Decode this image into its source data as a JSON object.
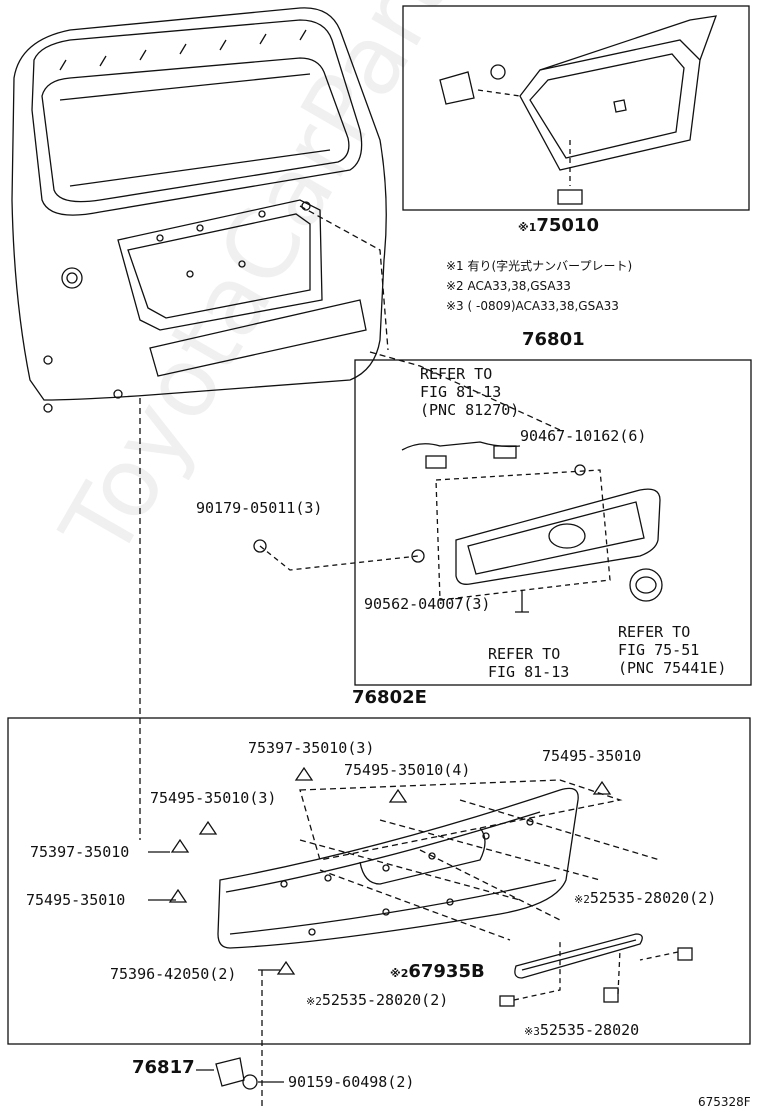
{
  "callouts": {
    "c75010_mark": "※1",
    "c75010": "75010",
    "c76801": "76801",
    "c76802e": "76802E",
    "c76817": "76817",
    "c67935b_mark": "※2",
    "c67935b": "67935B"
  },
  "notes": {
    "n1": "※1 有り(字光式ナンバープレート)",
    "n2": "※2 ACA33,38,GSA33",
    "n3": "※3 (        -0809)ACA33,38,GSA33"
  },
  "refs": {
    "ref1_line1": "REFER TO",
    "ref1_line2": "FIG 81-13",
    "ref1_line3": "(PNC 81270)",
    "ref2_line1": "REFER TO",
    "ref2_line2": "FIG 81-13",
    "ref3_line1": "REFER TO",
    "ref3_line2": "FIG 75-51",
    "ref3_line3": "(PNC 75441E)"
  },
  "parts": {
    "p90467": "90467-10162(6)",
    "p90179": "90179-05011(3)",
    "p90562": "90562-04007(3)",
    "p75397_3": "75397-35010(3)",
    "p75495_4": "75495-35010(4)",
    "p75495_r": "75495-35010",
    "p75495_3": "75495-35010(3)",
    "p75397": "75397-35010",
    "p75495_l": "75495-35010",
    "p52535_2r_mark": "※2",
    "p52535_2r": "52535-28020(2)",
    "p75396": "75396-42050(2)",
    "p52535_2b_mark": "※2",
    "p52535_2b": "52535-28020(2)",
    "p52535_3_mark": "※3",
    "p52535_3": "52535-28020",
    "p90159": "90159-60498(2)"
  },
  "footer": {
    "diagram_id": "675328F"
  },
  "watermark": {
    "text": "ToyotaCarPart.ru"
  }
}
